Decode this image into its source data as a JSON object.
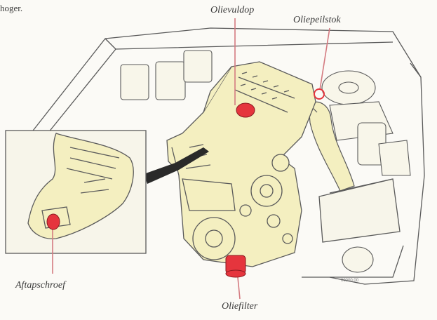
{
  "top_fragment": "hoger.",
  "labels": {
    "oil_cap": "Olievuldop",
    "dipstick": "Oliepeilstok",
    "drain_plug": "Aftapschroef",
    "oil_filter": "Oliefilter"
  },
  "image_code": "00000 00",
  "colors": {
    "engine_fill": "#f4efc0",
    "highlight": "#e5353d",
    "leader": "#d47a80",
    "line": "#5a5a5a"
  }
}
